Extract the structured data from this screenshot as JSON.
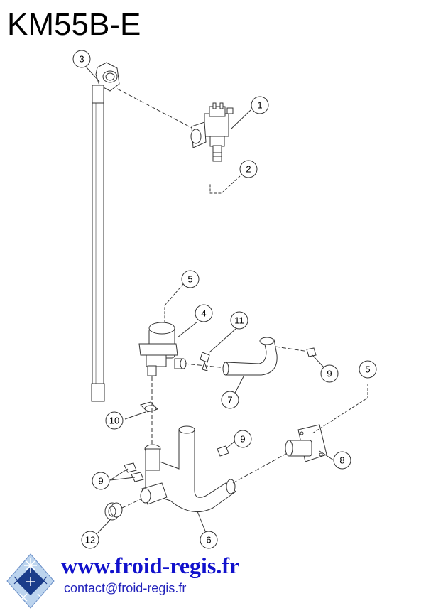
{
  "title": "KM55B-E",
  "callouts": [
    {
      "id": "1",
      "label": "1"
    },
    {
      "id": "2",
      "label": "2"
    },
    {
      "id": "3",
      "label": "3"
    },
    {
      "id": "4",
      "label": "4"
    },
    {
      "id": "5a",
      "label": "5"
    },
    {
      "id": "5b",
      "label": "5"
    },
    {
      "id": "6",
      "label": "6"
    },
    {
      "id": "7",
      "label": "7"
    },
    {
      "id": "8",
      "label": "8"
    },
    {
      "id": "9a",
      "label": "9"
    },
    {
      "id": "9b",
      "label": "9"
    },
    {
      "id": "9c",
      "label": "9"
    },
    {
      "id": "10",
      "label": "10"
    },
    {
      "id": "11",
      "label": "11"
    },
    {
      "id": "12",
      "label": "12"
    }
  ],
  "footer": {
    "url": "www.froid-regis.fr",
    "email": "contact@froid-regis.fr"
  },
  "colors": {
    "line": "#333333",
    "link": "#1111cc",
    "logo_blue": "#1a3c8a"
  }
}
